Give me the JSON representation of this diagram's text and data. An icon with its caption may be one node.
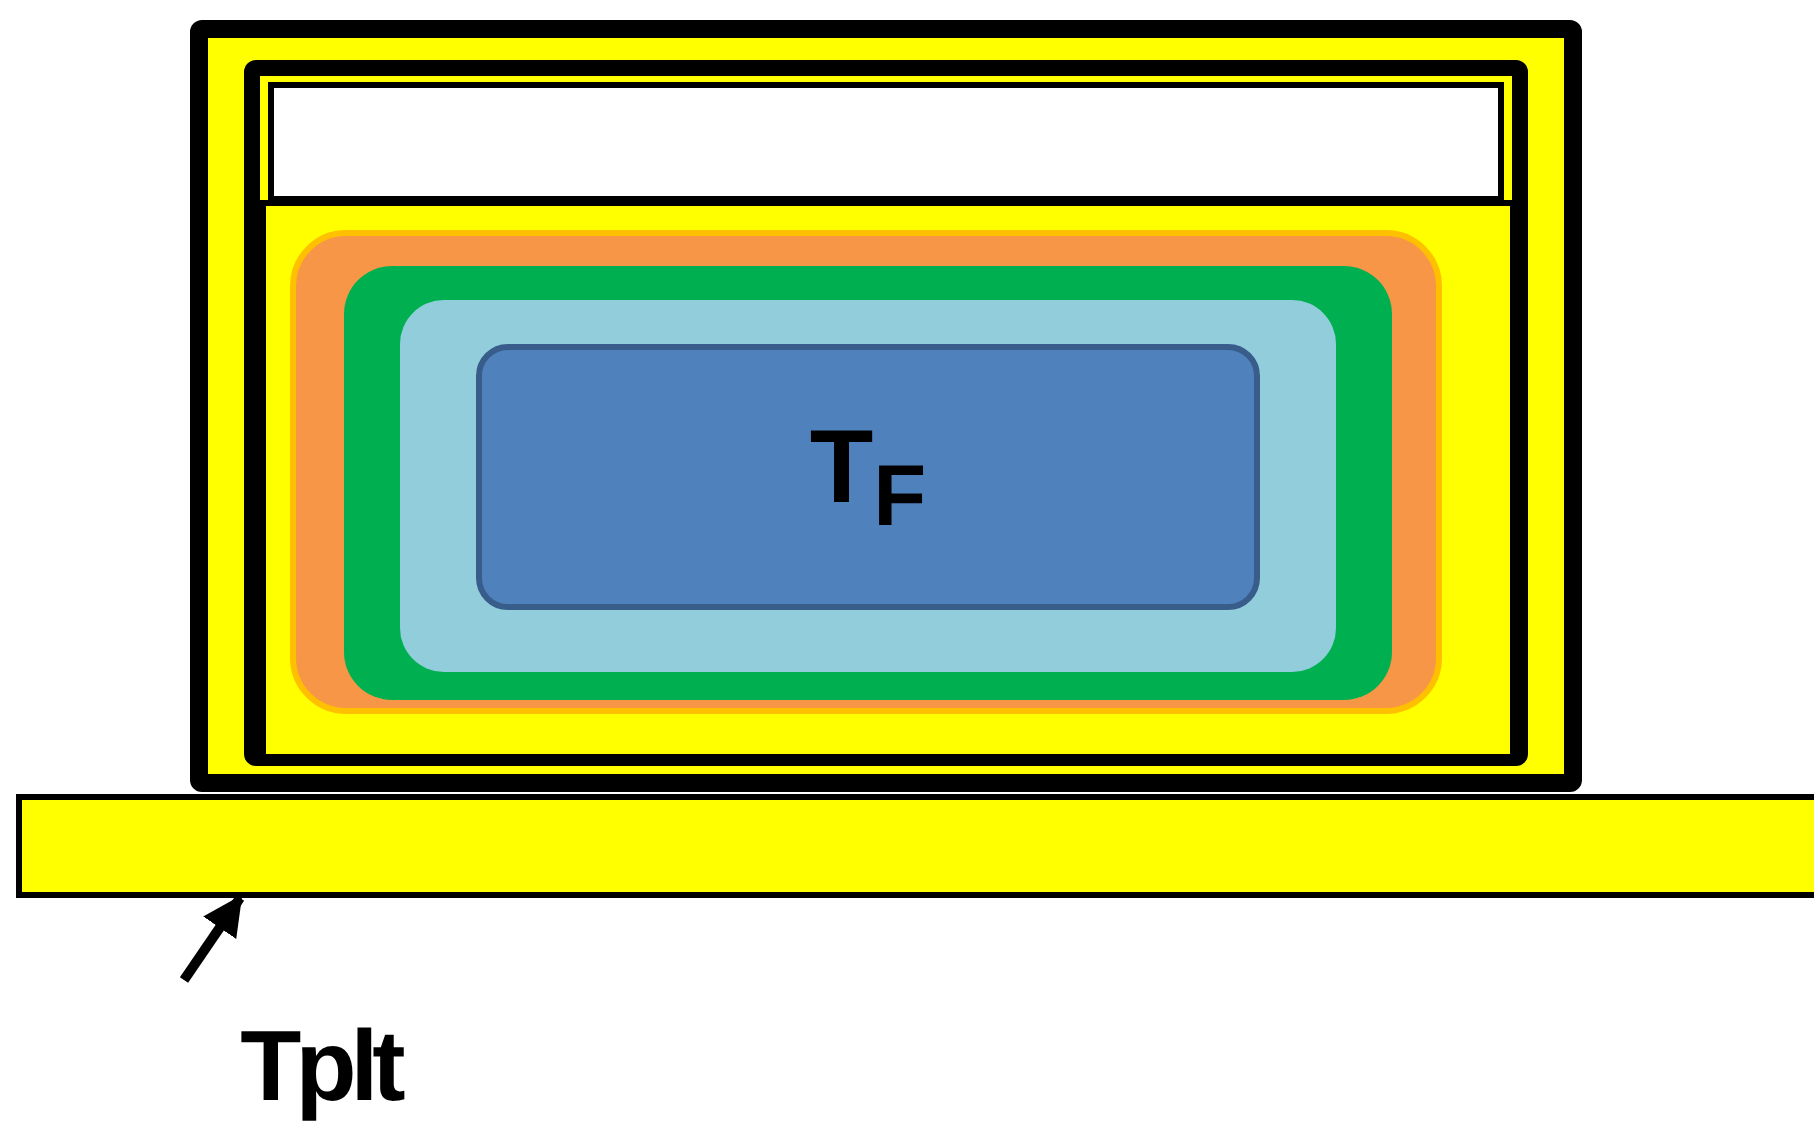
{
  "diagram": {
    "nodes": [
      {
        "text": [],
        "shape": "box"
      },
      {
        "text": [],
        "shape": "box",
        "in": 0
      },
      {
        "text": [],
        "shape": "box",
        "in": 1
      },
      {
        "text": [],
        "shape": "box",
        "in": 1
      },
      {
        "text": [],
        "shape": "box",
        "in": 3
      },
      {
        "text": [],
        "shape": "box",
        "in": 4
      },
      {
        "text": [],
        "shape": "box",
        "in": 5
      },
      {
        "text": [
          "T$_{F}$"
        ],
        "in": 6
      },
      {
        "text": [],
        "shape": "bar"
      },
      {
        "text": [
          "Tplt"
        ]
      }
    ],
    "edges": [
      {
        "from": 9,
        "to": 8,
        "arrow": "to"
      }
    ]
  }
}
